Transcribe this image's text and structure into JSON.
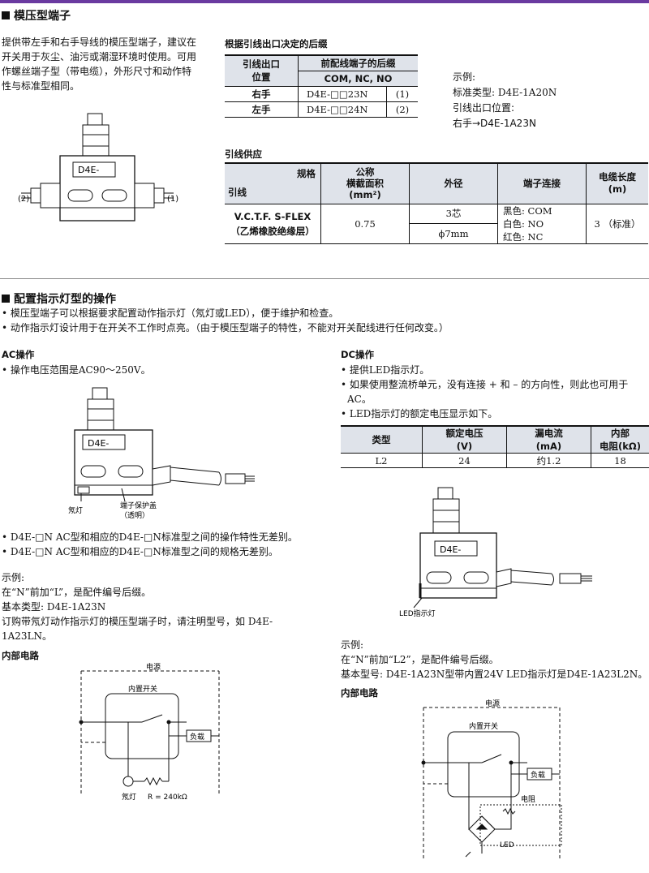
{
  "sec1": {
    "title": "模压型端子",
    "intro": [
      "提供带左手和右手导线的模压型端子，建议在",
      "开关用于灰尘、油污或潮湿环境时使用。可用",
      "作螺丝端子型（带电缆），外形尺寸和动作特",
      "性与标准型相同。"
    ],
    "fig_label": "D4E-",
    "fig_left": "(2)",
    "fig_right": "(1)",
    "suffix_title": "根据引线出口决定的后缀",
    "suffix_table": {
      "h_pos1": "引线出口",
      "h_pos2": "位置",
      "h_suffix": "前配线端子的后缀",
      "h_cols": "COM,  NC,  NO",
      "rows": [
        {
          "pos": "右手",
          "model": "D4E-□□23N",
          "note": "(1)"
        },
        {
          "pos": "左手",
          "model": "D4E-□□24N",
          "note": "(2)"
        }
      ]
    },
    "example": [
      "示例:",
      "标准类型: D4E-1A20N",
      "引线出口位置:",
      "右手→D4E-1A23N"
    ],
    "supply_title": "引线供应",
    "supply_table": {
      "h_spec": "规格",
      "h_lead": "引线",
      "h_area": [
        "公称",
        "横截面积",
        "(mm²)"
      ],
      "h_od": "外径",
      "h_conn": "端子连接",
      "h_len": [
        "电缆长度",
        "(m)"
      ],
      "name": [
        "V.C.T.F. S-FLEX",
        "（乙烯橡胶绝缘层）"
      ],
      "area": "0.75",
      "od_top": "3芯",
      "od_bottom": "ϕ7mm",
      "conn": [
        "黑色: COM",
        "白色: NO",
        "红色: NC"
      ],
      "len": "3 （标准）"
    }
  },
  "sec2": {
    "title": "配置指示灯型的操作",
    "bullets": [
      "• 模压型端子可以根据要求配置动作指示灯（氖灯或LED），便于维护和检查。",
      "• 动作指示灯设计用于在开关不工作时点亮。（由于模压型端子的特性，不能对开关配线进行任何改变。）"
    ],
    "ac": {
      "title": "AC操作",
      "bullet": "• 操作电压范围是AC90～250V。",
      "fig_label": "D4E-",
      "neon": "氖灯",
      "cover1": "端子保护盖",
      "cover2": "（透明）",
      "notes": [
        "• D4E-□N AC型和相应的D4E-□N标准型之间的操作特性无差别。",
        "• D4E-□N AC型和相应的D4E-□N标准型之间的规格无差别。"
      ],
      "example": [
        "示例:",
        "在“N”前加“L”，是配件编号后缀。",
        "基本类型: D4E-1A23N",
        "订购带氖灯动作指示灯的模压型端子时，请注明型号，如 D4E-",
        "1A23LN。"
      ],
      "circuit_title": "内部电路",
      "c_power": "电源",
      "c_switch": "内置开关",
      "c_load": "负载",
      "c_neon": "氖灯",
      "c_r": "R = 240kΩ"
    },
    "dc": {
      "title": "DC操作",
      "bullets": [
        "• 提供LED指示灯。",
        "• 如果使用整流桥单元，没有连接 + 和 – 的方向性，则此也可用于",
        "AC。",
        "• LED指示灯的额定电压显示如下。"
      ],
      "table": {
        "h": [
          "类型",
          "额定电压",
          "漏电流",
          "内部"
        ],
        "h2": [
          "",
          "(V)",
          "(mA)",
          "电阻(kΩ)"
        ],
        "row": [
          "L2",
          "24",
          "约1.2",
          "18"
        ]
      },
      "fig_label": "D4E-",
      "led_label": "LED指示灯",
      "example": [
        "示例:",
        "在“N”前加“L2”，是配件编号后缀。",
        "基本型号: D4E-1A23N型带内置24V LED指示灯是D4E-1A23L2N。"
      ],
      "circuit_title": "内部电路",
      "c_power": "电源",
      "c_switch": "内置开关",
      "c_load": "负载",
      "c_res": "电阻",
      "c_led": "LED"
    }
  }
}
